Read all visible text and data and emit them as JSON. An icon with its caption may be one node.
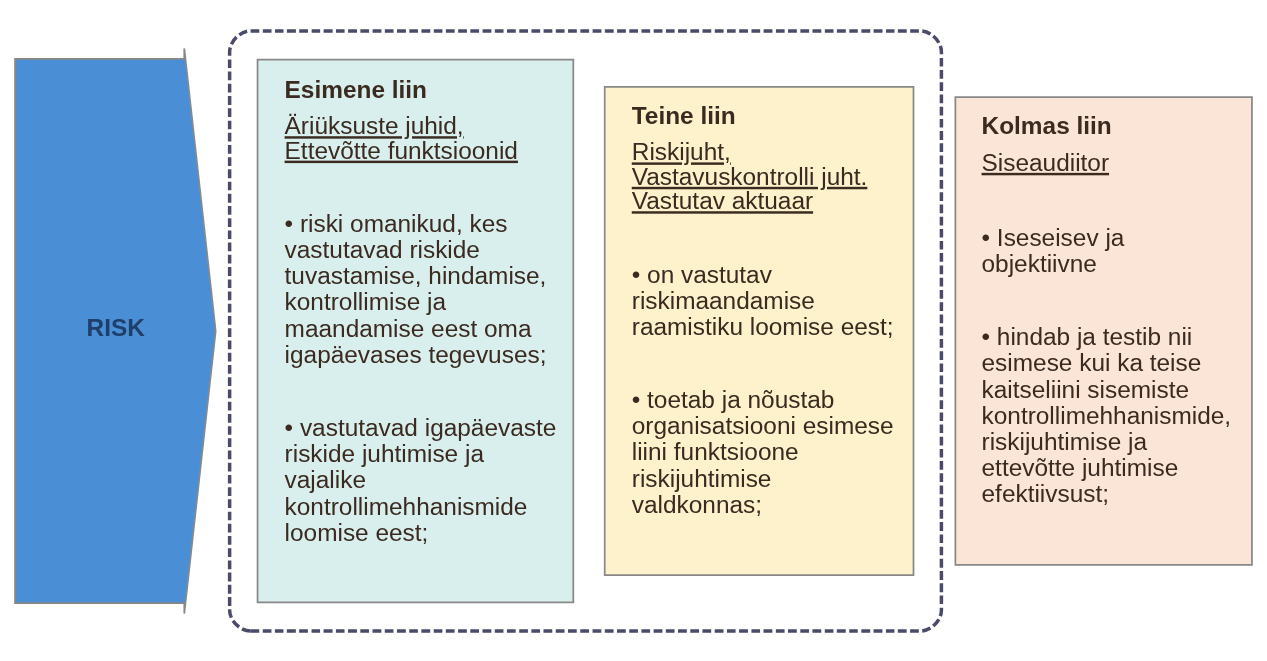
{
  "diagram": {
    "nodes": [
      {
        "text": [
          "RISK"
        ]
      },
      {
        "text": [],
        "shape": "box"
      },
      {
        "text": [
          "Esimene liin",
          "Äriüksuste juhid, Ettevõtte funktsioonid",
          "• riski omanikud, kes vastutavad riskide tuvastamise, hindamise, kontrollimise ja maandamise eest oma igapäevases tegevuses;",
          "• vastutavad igapäevaste riskide juhtimise ja vajalike kontrollimehhanismide loomise eest;"
        ],
        "in": 1
      },
      {
        "text": [
          "Teine liin",
          "Riskijuht, Vastavuskontrolli juht. Vastutav aktuaar",
          "• on vastutav riskimaandamise raamistiku loomise eest;",
          "• toetab ja nõustab organisatsiooni esimese liini funktsioone riskijuhtimise valdkonnas;"
        ],
        "in": 1
      },
      {
        "text": [
          "Kolmas liin",
          "Siseaudiitor",
          "• Iseseisev ja objektiivne",
          "• hindab ja testib nii esimese kui ka teise kaitseliini sisemiste kontrollimehhanismide, riskijuhtimise ja ettevõtte juhtimise efektiivsust;"
        ]
      }
    ]
  }
}
